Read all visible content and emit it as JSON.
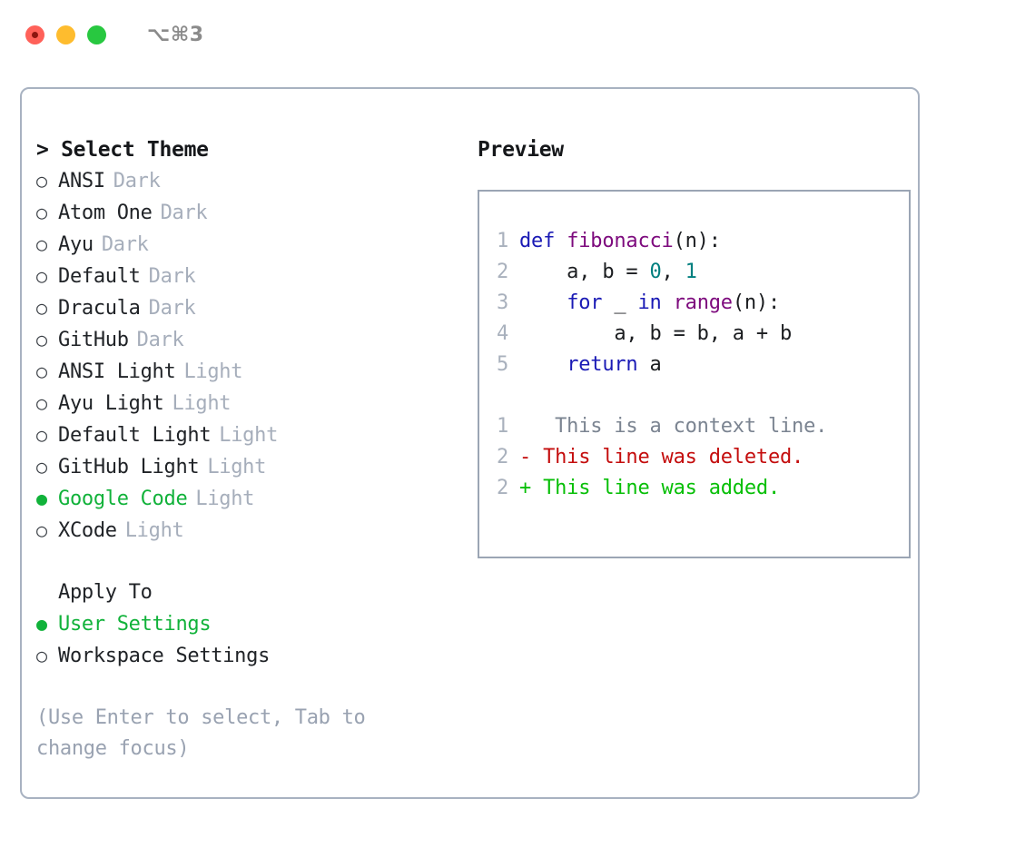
{
  "titlebar": {
    "shortcut": "⌥⌘3",
    "buttons": [
      {
        "name": "close",
        "label": "close"
      },
      {
        "name": "minimize",
        "label": "minimize"
      },
      {
        "name": "zoom",
        "label": "zoom"
      }
    ]
  },
  "theme_picker": {
    "header": "> Select Theme",
    "bullets": {
      "selected": "●",
      "unselected": "○"
    },
    "items": [
      {
        "name": "ANSI",
        "tag": "Dark",
        "selected": false
      },
      {
        "name": "Atom One",
        "tag": "Dark",
        "selected": false
      },
      {
        "name": "Ayu",
        "tag": "Dark",
        "selected": false
      },
      {
        "name": "Default",
        "tag": "Dark",
        "selected": false
      },
      {
        "name": "Dracula",
        "tag": "Dark",
        "selected": false
      },
      {
        "name": "GitHub",
        "tag": "Dark",
        "selected": false
      },
      {
        "name": "ANSI Light",
        "tag": "Light",
        "selected": false
      },
      {
        "name": "Ayu Light",
        "tag": "Light",
        "selected": false
      },
      {
        "name": "Default Light",
        "tag": "Light",
        "selected": false
      },
      {
        "name": "GitHub Light",
        "tag": "Light",
        "selected": false
      },
      {
        "name": "Google Code",
        "tag": "Light",
        "selected": true
      },
      {
        "name": "XCode",
        "tag": "Light",
        "selected": false
      }
    ]
  },
  "apply_to": {
    "title": "Apply To",
    "options": [
      {
        "label": "User Settings",
        "selected": true
      },
      {
        "label": "Workspace Settings",
        "selected": false
      }
    ]
  },
  "hint": "(Use Enter to select, Tab to change focus)",
  "preview": {
    "title": "Preview",
    "code_lines": [
      {
        "num": "1",
        "tokens": [
          {
            "t": "def ",
            "c": "kw"
          },
          {
            "t": "fibonacci",
            "c": "fn"
          },
          {
            "t": "(n):",
            "c": "plain"
          }
        ]
      },
      {
        "num": "2",
        "tokens": [
          {
            "t": "    a, b = ",
            "c": "plain"
          },
          {
            "t": "0",
            "c": "num"
          },
          {
            "t": ", ",
            "c": "plain"
          },
          {
            "t": "1",
            "c": "num"
          }
        ]
      },
      {
        "num": "3",
        "tokens": [
          {
            "t": "    ",
            "c": "plain"
          },
          {
            "t": "for",
            "c": "kw"
          },
          {
            "t": " _ ",
            "c": "plain"
          },
          {
            "t": "in",
            "c": "kw"
          },
          {
            "t": " ",
            "c": "plain"
          },
          {
            "t": "range",
            "c": "fn"
          },
          {
            "t": "(n):",
            "c": "plain"
          }
        ]
      },
      {
        "num": "4",
        "tokens": [
          {
            "t": "        a, b = b, a + b",
            "c": "plain"
          }
        ]
      },
      {
        "num": "5",
        "tokens": [
          {
            "t": "    ",
            "c": "plain"
          },
          {
            "t": "return",
            "c": "kw"
          },
          {
            "t": " a",
            "c": "plain"
          }
        ]
      }
    ],
    "diff_lines": [
      {
        "num": "1",
        "marker": " ",
        "text": "  This is a context line.",
        "kind": "ctx"
      },
      {
        "num": "2",
        "marker": "-",
        "text": " This line was deleted.",
        "kind": "del"
      },
      {
        "num": "2",
        "marker": "+",
        "text": " This line was added.",
        "kind": "add"
      }
    ]
  },
  "colors": {
    "accent_green": "#11b23a",
    "keyword_blue": "#1a1ab5",
    "function_magenta": "#7d0a7d",
    "number_teal": "#007f7f",
    "diff_deleted": "#c40d0d",
    "diff_added": "#07bf07",
    "muted_gray": "#a6aebb",
    "border": "#a8b2c1"
  }
}
